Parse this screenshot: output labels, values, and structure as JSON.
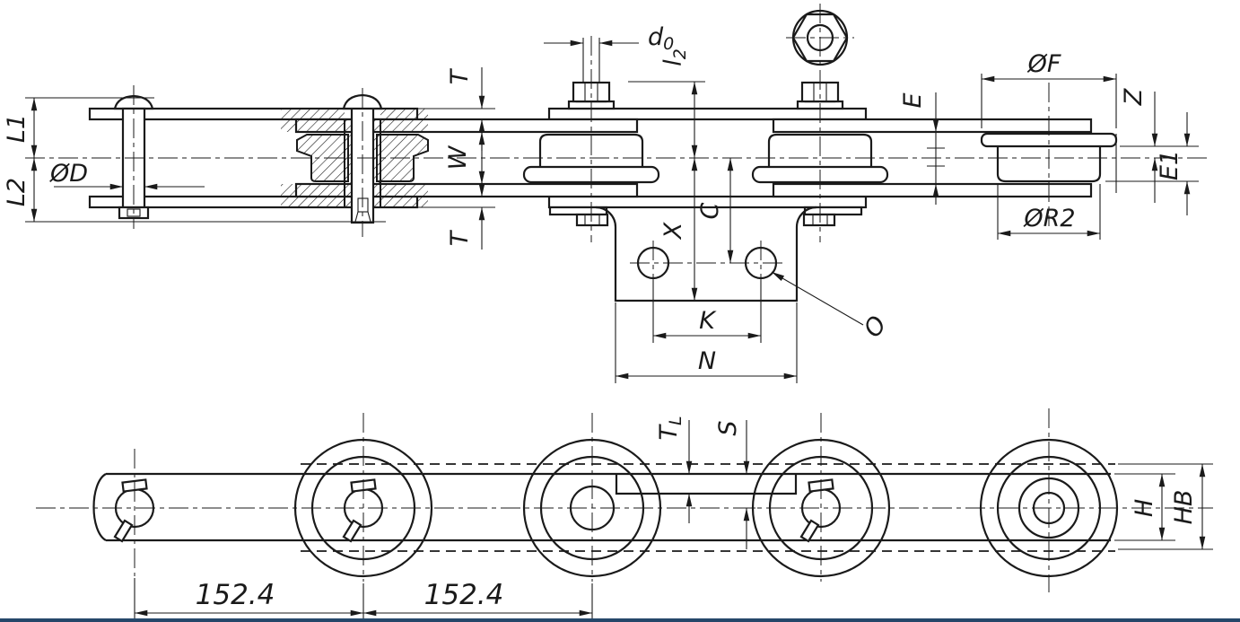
{
  "colors": {
    "line": "#1a1a1a",
    "background": "#ffffff",
    "footer_strip": "#25476a"
  },
  "top_view": {
    "labels": {
      "l1": "L1",
      "l2_side": "L2",
      "pin_diameter": "ØD",
      "plate_thickness_top": "T",
      "inner_width": "W",
      "plate_thickness_bottom": "T",
      "d0_main": "d",
      "d0_sub": "0",
      "l2_pin_main": "l",
      "l2_pin_sub": "2",
      "x": "X",
      "c": "C",
      "k": "K",
      "n": "N",
      "o": "O",
      "e": "E",
      "flange_diameter": "ØF",
      "z": "Z",
      "e1": "E1",
      "roller_diameter": "ØR2"
    }
  },
  "bottom_view": {
    "labels": {
      "tl_main": "T",
      "tl_sub": "L",
      "s": "S",
      "h": "H",
      "hb": "HB",
      "pitch_1": "152.4",
      "pitch_2": "152.4"
    }
  }
}
